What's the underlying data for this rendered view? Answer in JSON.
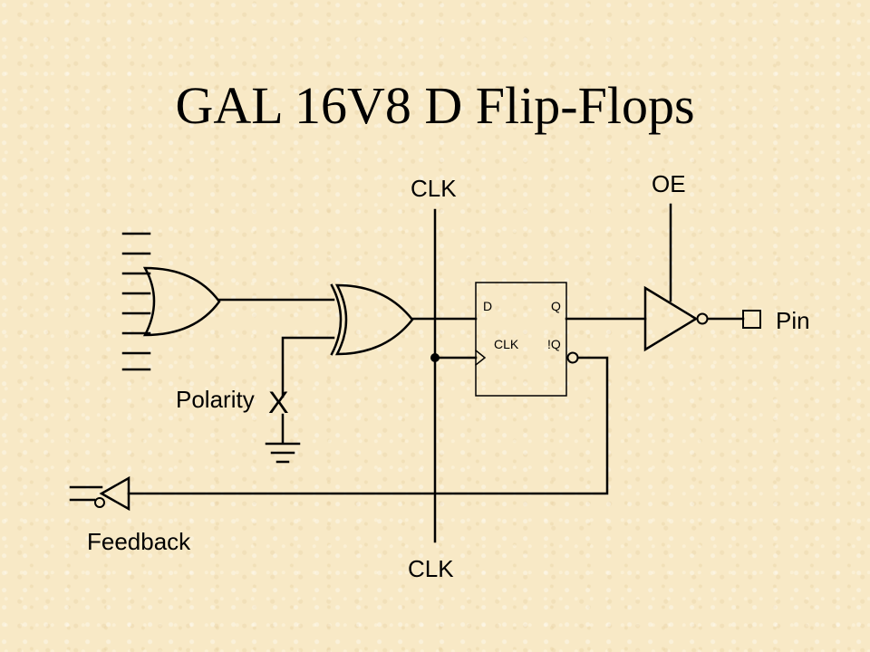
{
  "title": "GAL 16V8 D Flip-Flops",
  "labels": {
    "clk_top": "CLK",
    "clk_bottom": "CLK",
    "oe": "OE",
    "pin": "Pin",
    "polarity": "Polarity",
    "polarity_x": "X",
    "feedback": "Feedback"
  },
  "flipflop": {
    "d": "D",
    "q": "Q",
    "clk": "CLK",
    "nq": "!Q"
  }
}
